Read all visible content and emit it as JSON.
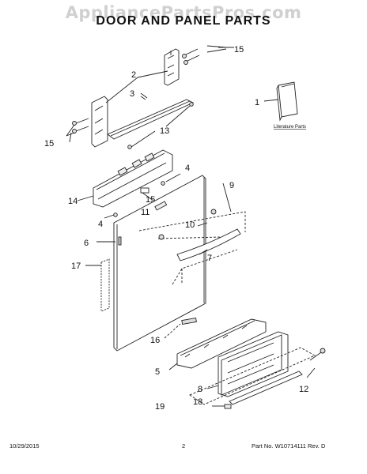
{
  "watermark": "AppliancePartsPros.com",
  "title": "DOOR AND PANEL PARTS",
  "literature_label": "Literature Parts",
  "callouts": {
    "c1": "1",
    "c2": "2",
    "c3": "3",
    "c4a": "4",
    "c4b": "4",
    "c5": "5",
    "c6": "6",
    "c7": "7",
    "c8": "8",
    "c9": "9",
    "c10": "10",
    "c11": "11",
    "c12": "12",
    "c13": "13",
    "c14": "14",
    "c15a": "15",
    "c15b": "15",
    "c15c": "15",
    "c16": "16",
    "c17": "17",
    "c18": "18",
    "c19": "19"
  },
  "footer": {
    "date": "10/29/2015",
    "page": "2",
    "part_no": "Part No. W10714111 Rev. D"
  }
}
